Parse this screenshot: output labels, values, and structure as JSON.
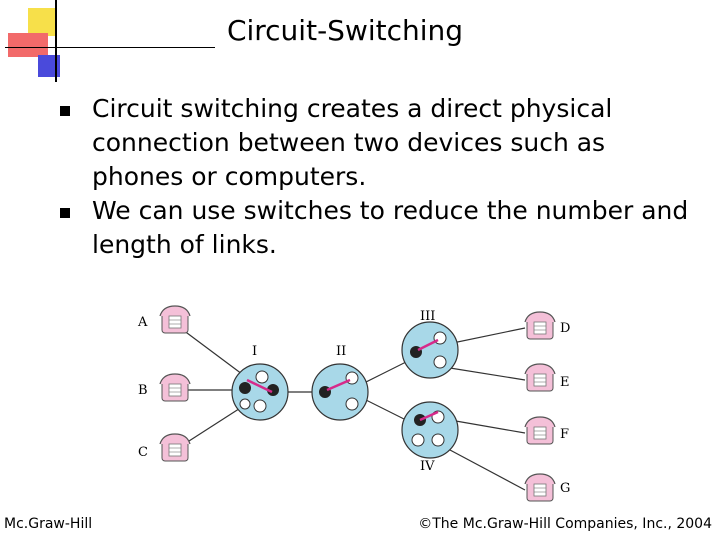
{
  "slide": {
    "title": "Circuit-Switching",
    "bullets": [
      "Circuit switching creates a direct physical connection between two devices such as phones or computers.",
      "We can use switches to reduce the number and length of links."
    ]
  },
  "diagram": {
    "devices": [
      "A",
      "B",
      "C",
      "D",
      "E",
      "F",
      "G"
    ],
    "switches": [
      "I",
      "II",
      "III",
      "IV"
    ],
    "colors": {
      "switch_fill": "#a8d8e8",
      "device_fill": "#f4c0d8",
      "connection": "#d62a8a"
    }
  },
  "footer": {
    "publisher": "Mc.Graw-Hill",
    "copyright": "©The Mc.Graw-Hill Companies, Inc., 2004"
  }
}
